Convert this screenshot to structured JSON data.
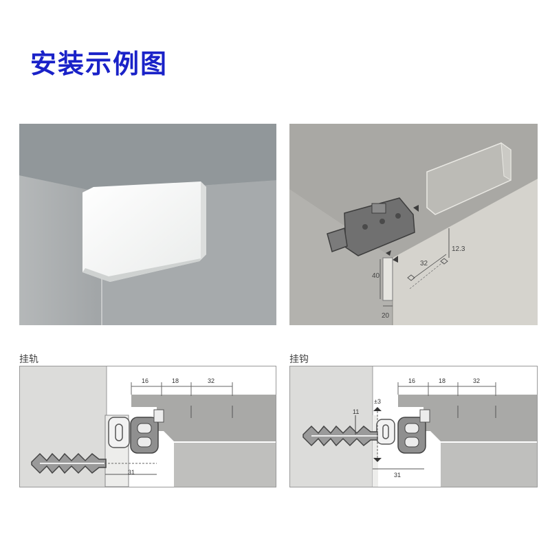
{
  "title": "安装示例图",
  "panels": {
    "photo": {},
    "diagram_3d": {
      "dim_height": "12.3",
      "dim_spacing": "32",
      "dim_vertical": "40",
      "dim_panel": "20"
    },
    "rail": {
      "caption": "挂轨",
      "dim_a": "16",
      "dim_b": "18",
      "dim_c": "32",
      "dim_offset": "31"
    },
    "hook": {
      "caption": "挂钩",
      "dim_a": "16",
      "dim_b": "18",
      "dim_c": "32",
      "dim_offset": "31",
      "dim_adjust": "±3",
      "dim_height": "11"
    }
  },
  "colors": {
    "title": "#1a22c8",
    "photo_wall": "#8f9698",
    "diagram_bg": "#a9a8a4",
    "schematic_gray": "#a8a8a6"
  }
}
